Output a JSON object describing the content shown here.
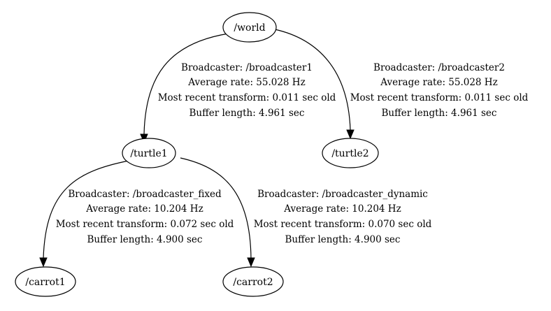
{
  "nodes": {
    "world": "/world",
    "turtle1": "/turtle1",
    "turtle2": "/turtle2",
    "carrot1": "/carrot1",
    "carrot2": "/carrot2"
  },
  "edges": {
    "world_turtle1": {
      "broadcaster": "Broadcaster: /broadcaster1",
      "rate": "Average rate: 55.028 Hz",
      "recent": "Most recent transform: 0.011 sec old",
      "buffer": "Buffer length: 4.961 sec"
    },
    "world_turtle2": {
      "broadcaster": "Broadcaster: /broadcaster2",
      "rate": "Average rate: 55.028 Hz",
      "recent": "Most recent transform: 0.011 sec old",
      "buffer": "Buffer length: 4.961 sec"
    },
    "turtle1_carrot1": {
      "broadcaster": "Broadcaster: /broadcaster_fixed",
      "rate": "Average rate: 10.204 Hz",
      "recent": "Most recent transform: 0.072 sec old",
      "buffer": "Buffer length: 4.900 sec"
    },
    "turtle1_carrot2": {
      "broadcaster": "Broadcaster: /broadcaster_dynamic",
      "rate": "Average rate: 10.204 Hz",
      "recent": "Most recent transform: 0.070 sec old",
      "buffer": "Buffer length: 4.900 sec"
    }
  },
  "colors": {
    "background": "#ffffff",
    "stroke": "#000000",
    "text": "#000000"
  }
}
